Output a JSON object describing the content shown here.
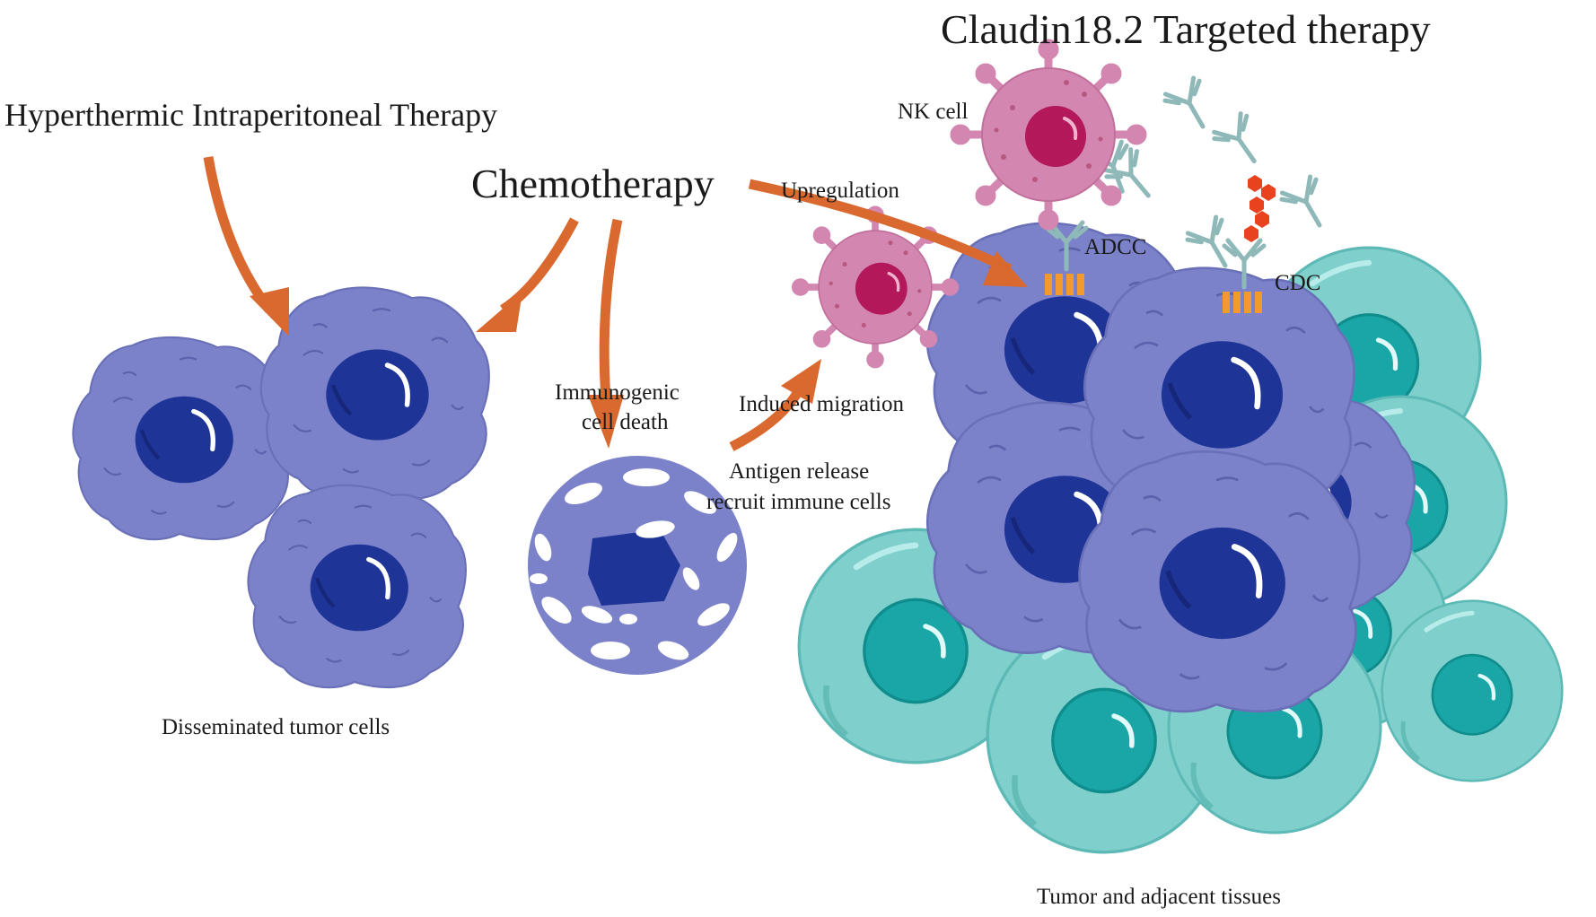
{
  "labels": {
    "claudin_title": "Claudin18.2 Targeted therapy",
    "hipec": "Hyperthermic Intraperitoneal Therapy",
    "chemo": "Chemotherapy",
    "nk_cell": "NK cell",
    "upregulation": "Upregulation",
    "adcc": "ADCC",
    "cdc": "CDC",
    "icd_line1": "Immunogenic",
    "icd_line2": "cell death",
    "induced_migration": "Induced migration",
    "antigen_line1": "Antigen release",
    "antigen_line2": "recruit immune cells",
    "disseminated": "Disseminated tumor cells",
    "tumor_tissues": "Tumor and adjacent tissues"
  },
  "colors": {
    "arrow": "#d9692e",
    "tumor_cell": "#7b82c9",
    "tumor_nucleus": "#1f3497",
    "nk_cell": "#d387b0",
    "nk_nucleus": "#b2185a",
    "normal_cell": "#7fcfcc",
    "normal_nucleus": "#1aa6a6",
    "antibody": "#8fb8b8",
    "receptor": "#f29a2e",
    "complement": "#e8431e"
  },
  "icons": [
    "tumor-cell-icon",
    "dying-cell-icon",
    "nk-cell-icon",
    "antibody-icon",
    "complement-icon",
    "normal-cell-icon",
    "arrow-icon"
  ]
}
